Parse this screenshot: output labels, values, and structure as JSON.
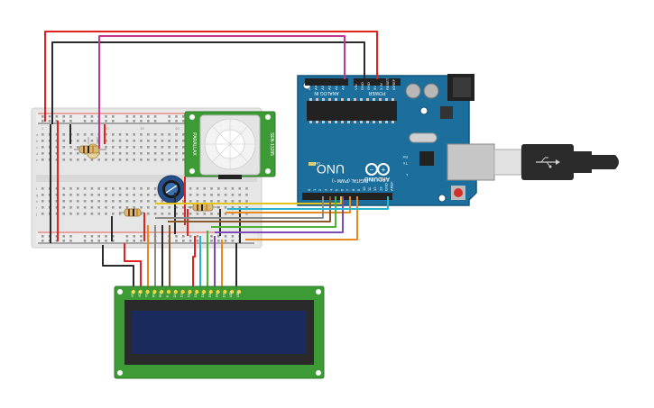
{
  "arduino": {
    "model": "UNO",
    "brand": "ARDUINO",
    "header_analog": "ANALOG IN",
    "header_power": "POWER",
    "header_digital": "DIGITAL (PWM ~)",
    "analog_pins": [
      "A5",
      "A4",
      "A3",
      "A2",
      "A1",
      "A0"
    ],
    "power_pins": [
      "VIN",
      "GND",
      "GND",
      "5V",
      "3.3V",
      "RESET",
      "IOREF"
    ],
    "digital_pins": [
      "0",
      "1",
      "2",
      "3",
      "4",
      "5",
      "6",
      "7",
      "8",
      "9",
      "10",
      "11",
      "12",
      "13",
      "GND",
      "AREF"
    ],
    "led_on": "ON",
    "led_tx": "TX",
    "led_rx": "RX",
    "led_l": "L"
  },
  "pir_sensor": {
    "label_model": "SEN-13285",
    "label_side": "PARALLAX"
  },
  "breadboard": {
    "row_letters": [
      "a",
      "b",
      "c",
      "d",
      "e",
      "f",
      "g",
      "h",
      "i",
      "j"
    ],
    "col_numbers": [
      "1",
      "5",
      "10",
      "15",
      "20",
      "25",
      "30"
    ]
  },
  "lcd": {
    "pin_labels": [
      "VSS",
      "VDD",
      "V0",
      "RS",
      "RW",
      "E",
      "D0",
      "D1",
      "D2",
      "D3",
      "D4",
      "D5",
      "D6",
      "D7",
      "LED",
      "LED"
    ],
    "screen_color": "#1b2a5c"
  },
  "usb_cable": {
    "color": "#2b2b2b"
  },
  "colors": {
    "board_blue": "#1c6f9c",
    "breadboard": "#e9e9e9",
    "lcd_pcb": "#3d9b35",
    "wire_red": "#e0231e",
    "wire_black": "#2a2a2a",
    "wire_magenta": "#c2378b",
    "wire_orange": "#e8891e",
    "wire_yellow": "#e6c31b",
    "wire_purple": "#7d4bb5",
    "wire_green": "#4fb03a",
    "wire_brown": "#8b5a2b",
    "wire_cyan": "#2bb3c9",
    "wire_gray": "#8a8a8a"
  }
}
